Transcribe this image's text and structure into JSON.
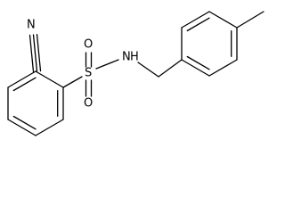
{
  "molecule": {
    "atoms": {
      "N_nitrile": "N",
      "S": "S",
      "O_top": "O",
      "O_bottom": "O",
      "N_amide": "N",
      "H_amide": "H"
    }
  }
}
